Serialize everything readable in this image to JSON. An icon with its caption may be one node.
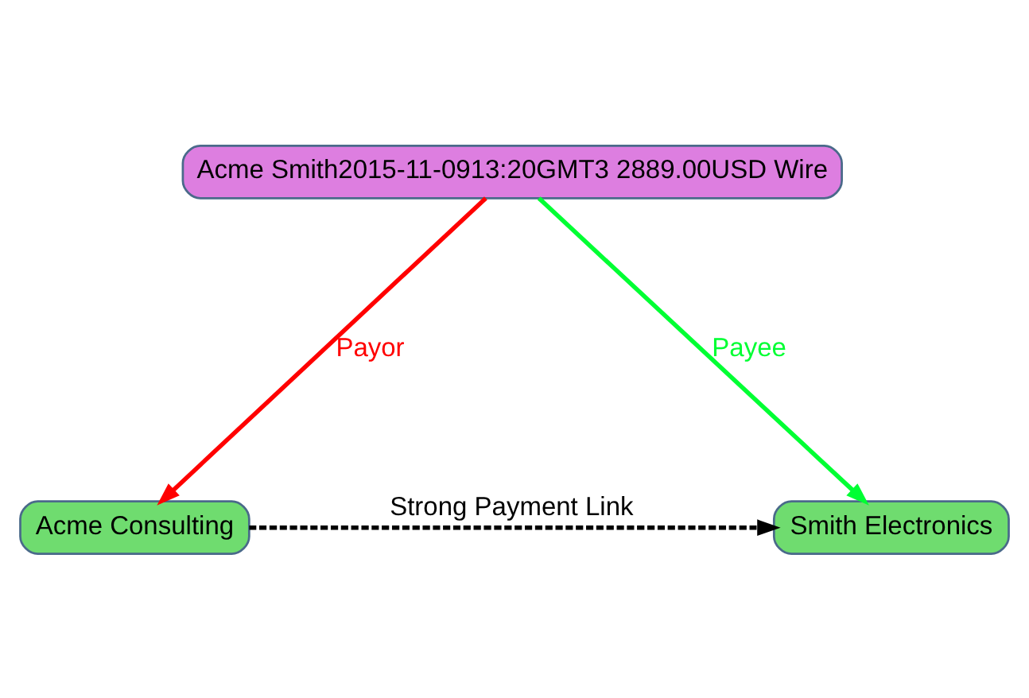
{
  "diagram": {
    "nodes": [
      {
        "text": [
          "Acme Smith2015-11-0913:20GMT3 2889.00USD Wire"
        ]
      },
      {
        "text": [
          "Acme Consulting"
        ]
      },
      {
        "text": [
          "Smith Electronics"
        ]
      }
    ],
    "edges": [
      {
        "from": 0,
        "to": 1,
        "arrow": "to",
        "label": "Payor",
        "color": "#ff0000"
      },
      {
        "from": 0,
        "to": 2,
        "arrow": "to",
        "label": "Payee",
        "color": "#00ff33"
      },
      {
        "from": 1,
        "to": 2,
        "arrow": "to",
        "label": "Strong Payment Link",
        "style": "dashed",
        "color": "#000000"
      }
    ]
  }
}
